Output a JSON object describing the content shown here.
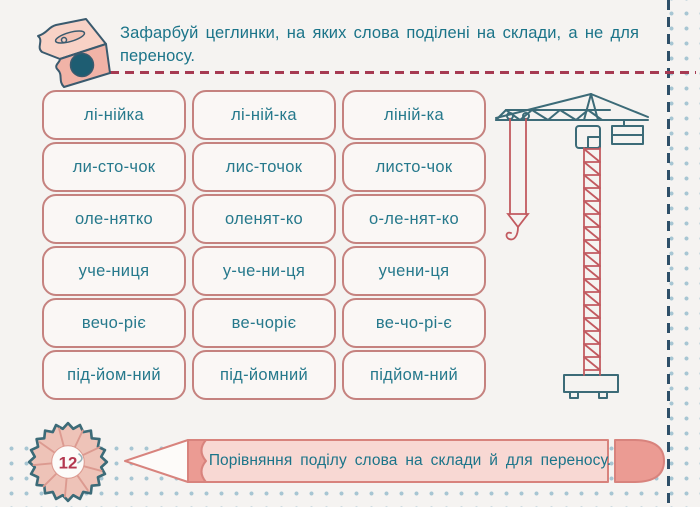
{
  "header": {
    "instruction": "Зафарбуй цеглинки, на яких слова поділені на склади, а не для переносу."
  },
  "bricks": {
    "rows": [
      [
        "лі-нійка",
        "лі-ній-ка",
        "ліній-ка"
      ],
      [
        "ли-сто-чок",
        "лис-точок",
        "листо-чок"
      ],
      [
        "оле-нятко",
        "оленят-ко",
        "о-ле-нят-ко"
      ],
      [
        "уче-ниця",
        "у-че-ни-ця",
        "учени-ця"
      ],
      [
        "вечо-ріє",
        "ве-чоріє",
        "ве-чо-рі-є"
      ],
      [
        "під-йом-ний",
        "під-йомний",
        "підйом-ний"
      ]
    ]
  },
  "footer": {
    "page_number": "12",
    "topic": "Порівняння поділу слова на склади й для переносу."
  },
  "icons": {
    "sharpener": "pencil-sharpener-icon",
    "crane": "tower-crane-illustration",
    "badge": "pencil-shavings-page-badge",
    "pencil": "pencil-banner"
  },
  "colors": {
    "background": "#f5f3f1",
    "text_teal": "#1b7489",
    "brick_border": "#c5827f",
    "brick_fill": "#faf7f5",
    "dashed_red": "#a63a52",
    "dashed_navy": "#2e4f68",
    "dot_blue": "#a7c6d3",
    "pencil_body_pink": "#f8d8d3",
    "pencil_dark_pink": "#eb9b93",
    "badge_fill": "#eec3b8",
    "badge_number_red": "#b43850",
    "crane_teal": "#3c6b78",
    "crane_red": "#c25a60"
  }
}
